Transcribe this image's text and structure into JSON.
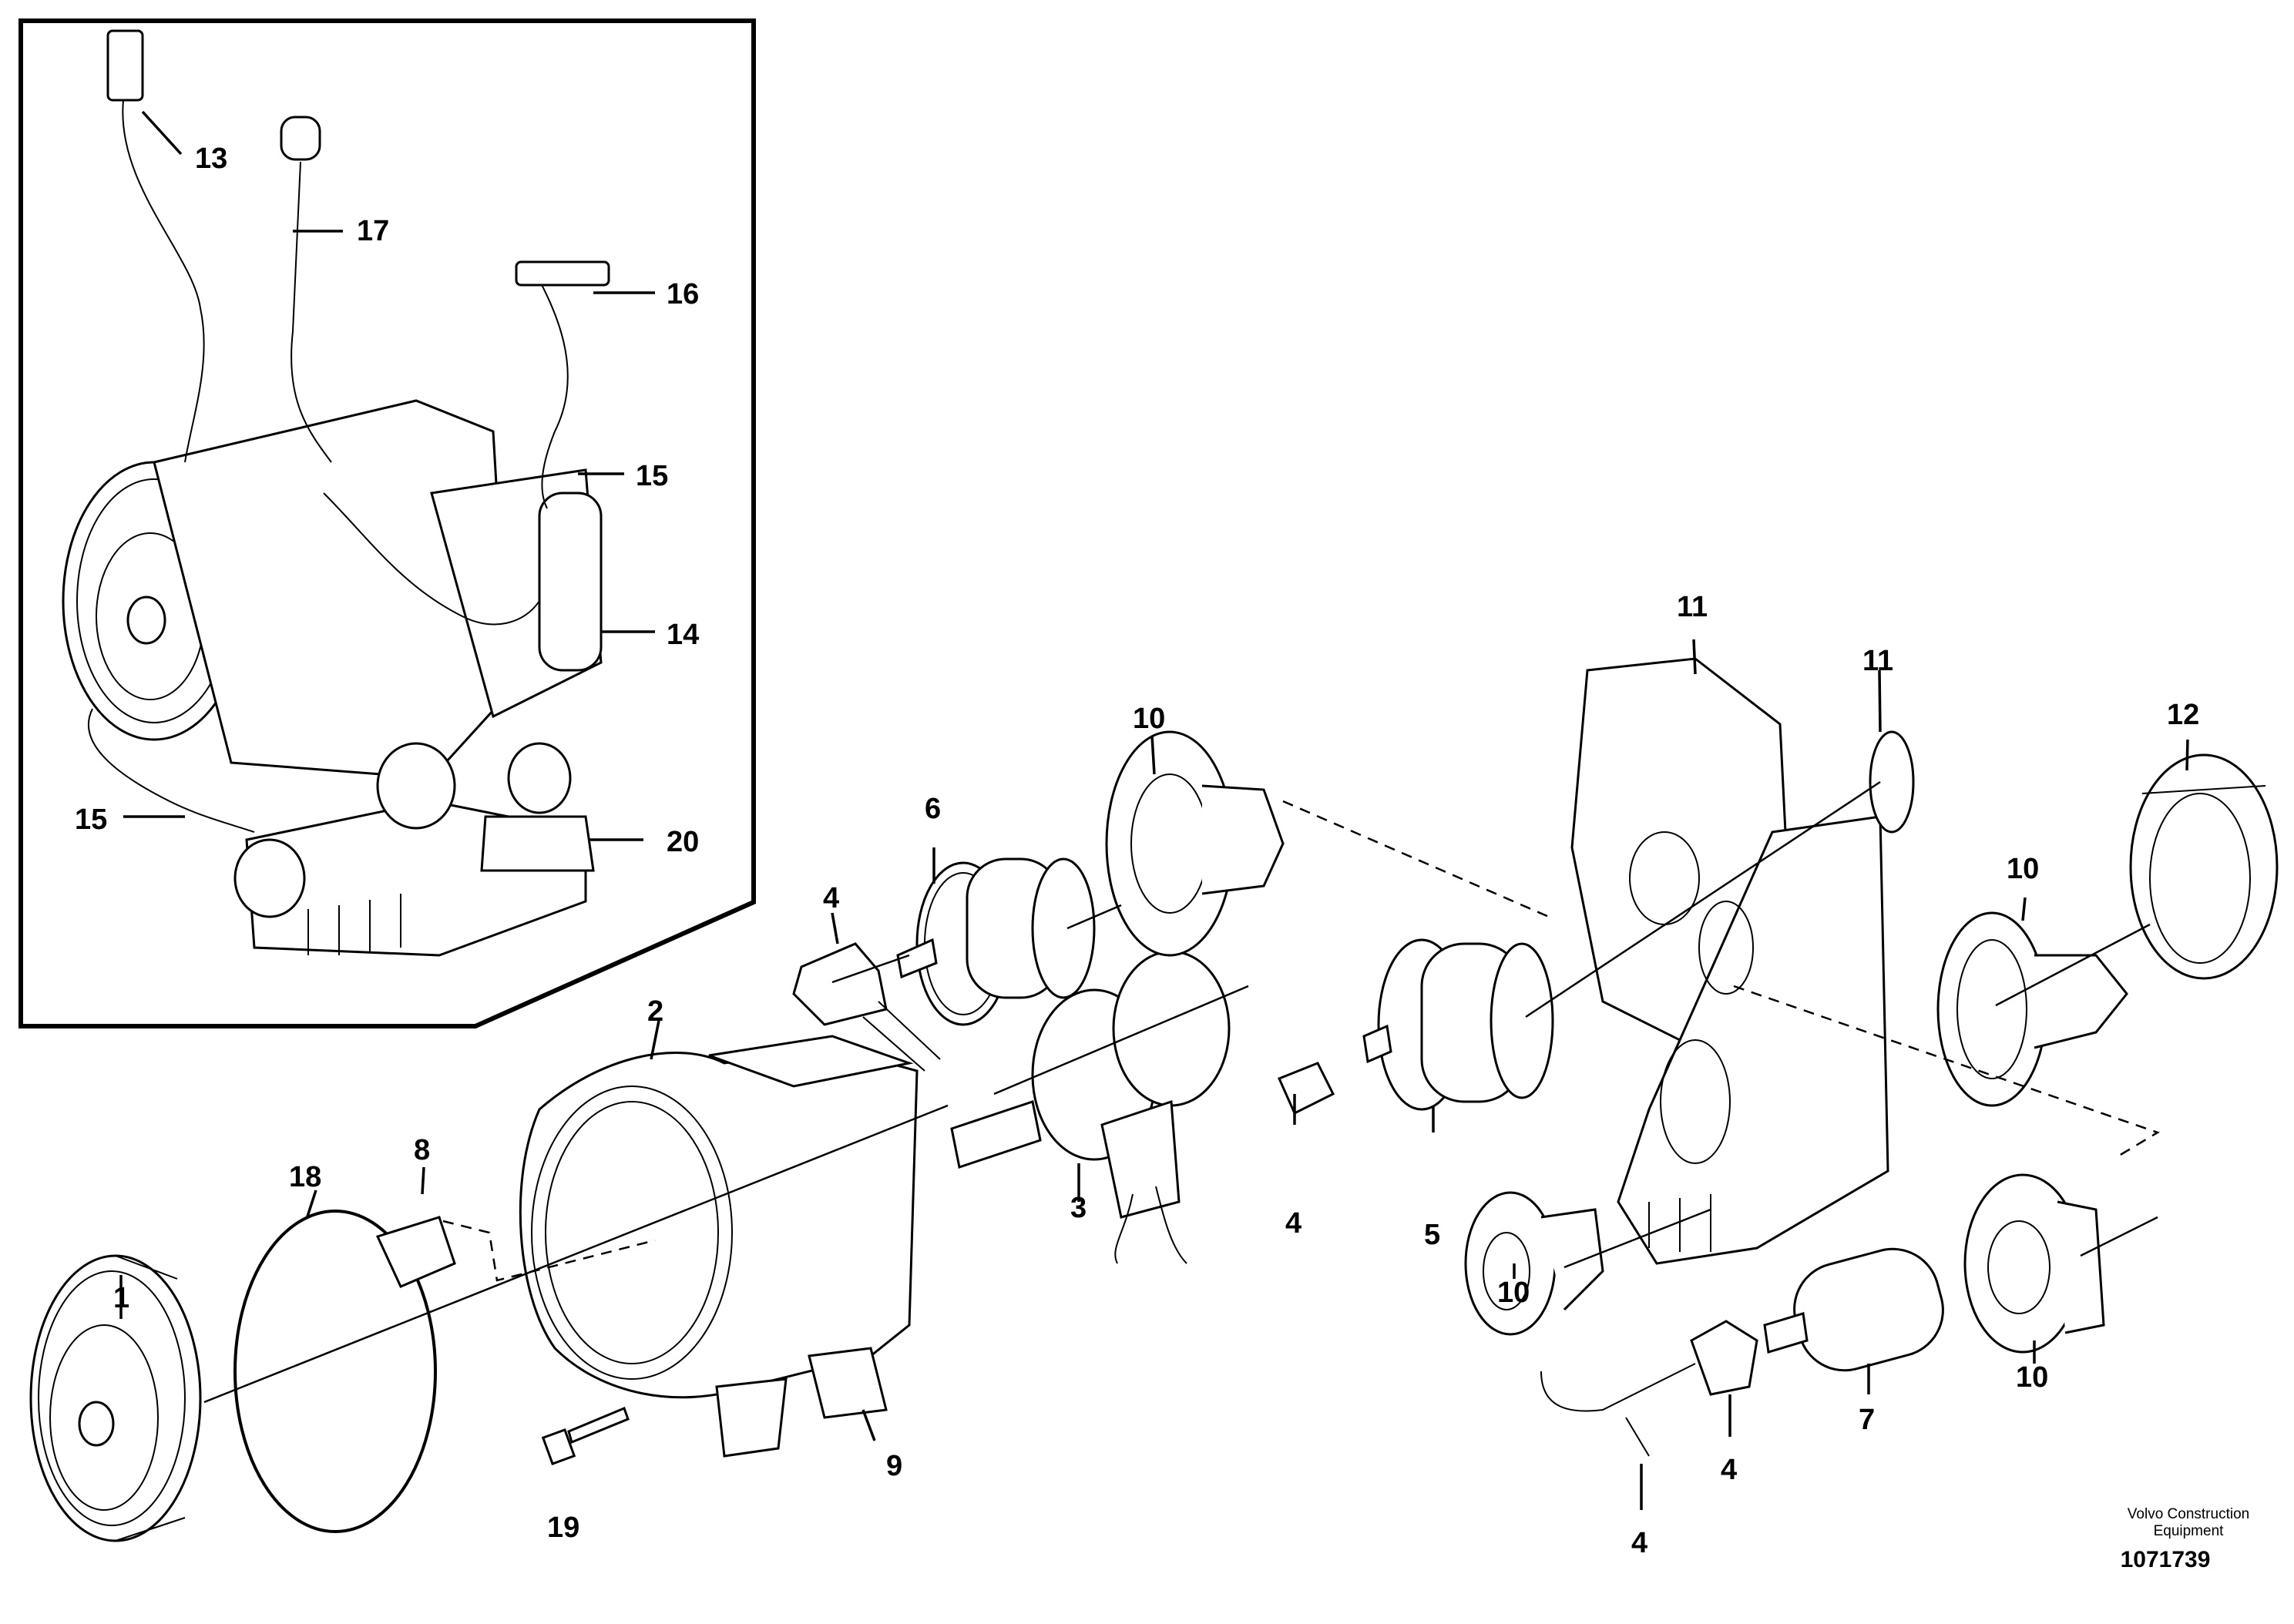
{
  "labels": {
    "l1": "1",
    "l2": "2",
    "l3": "3",
    "l4a": "4",
    "l4b": "4",
    "l4c": "4",
    "l4d": "4",
    "l5": "5",
    "l6": "6",
    "l7": "7",
    "l8": "8",
    "l9": "9",
    "l10a": "10",
    "l10b": "10",
    "l10c": "10",
    "l10d": "10",
    "l11a": "11",
    "l11b": "11",
    "l12": "12",
    "l13": "13",
    "l14": "14",
    "l15a": "15",
    "l15b": "15",
    "l16": "16",
    "l17": "17",
    "l18": "18",
    "l19": "19",
    "l20": "20"
  },
  "credit": {
    "line1": "Volvo Construction",
    "line2": "Equipment",
    "drawing_number": "1071739"
  }
}
